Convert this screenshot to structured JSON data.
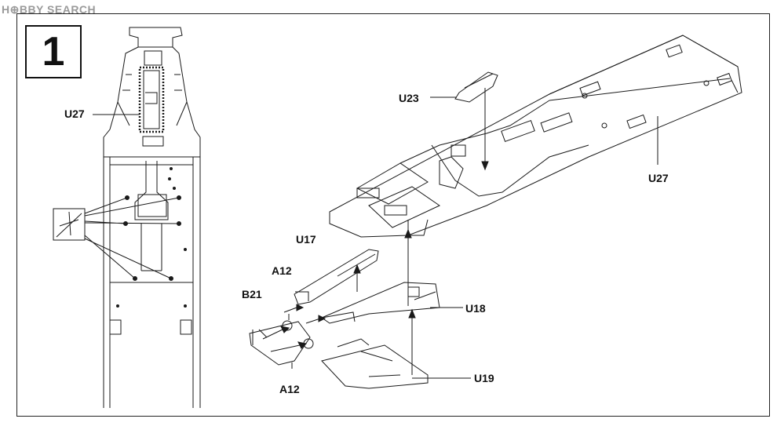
{
  "watermark": "H⊕BBY SEARCH",
  "step_number": "1",
  "labels": {
    "u27_left": "U27",
    "u27_right": "U27",
    "u23": "U23",
    "u17": "U17",
    "a12_top": "A12",
    "b21": "B21",
    "a12_bottom": "A12",
    "u18": "U18",
    "u19": "U19"
  },
  "colors": {
    "line": "#1a1a1a",
    "paper": "#ffffff",
    "watermark": "#9a9a9a"
  }
}
